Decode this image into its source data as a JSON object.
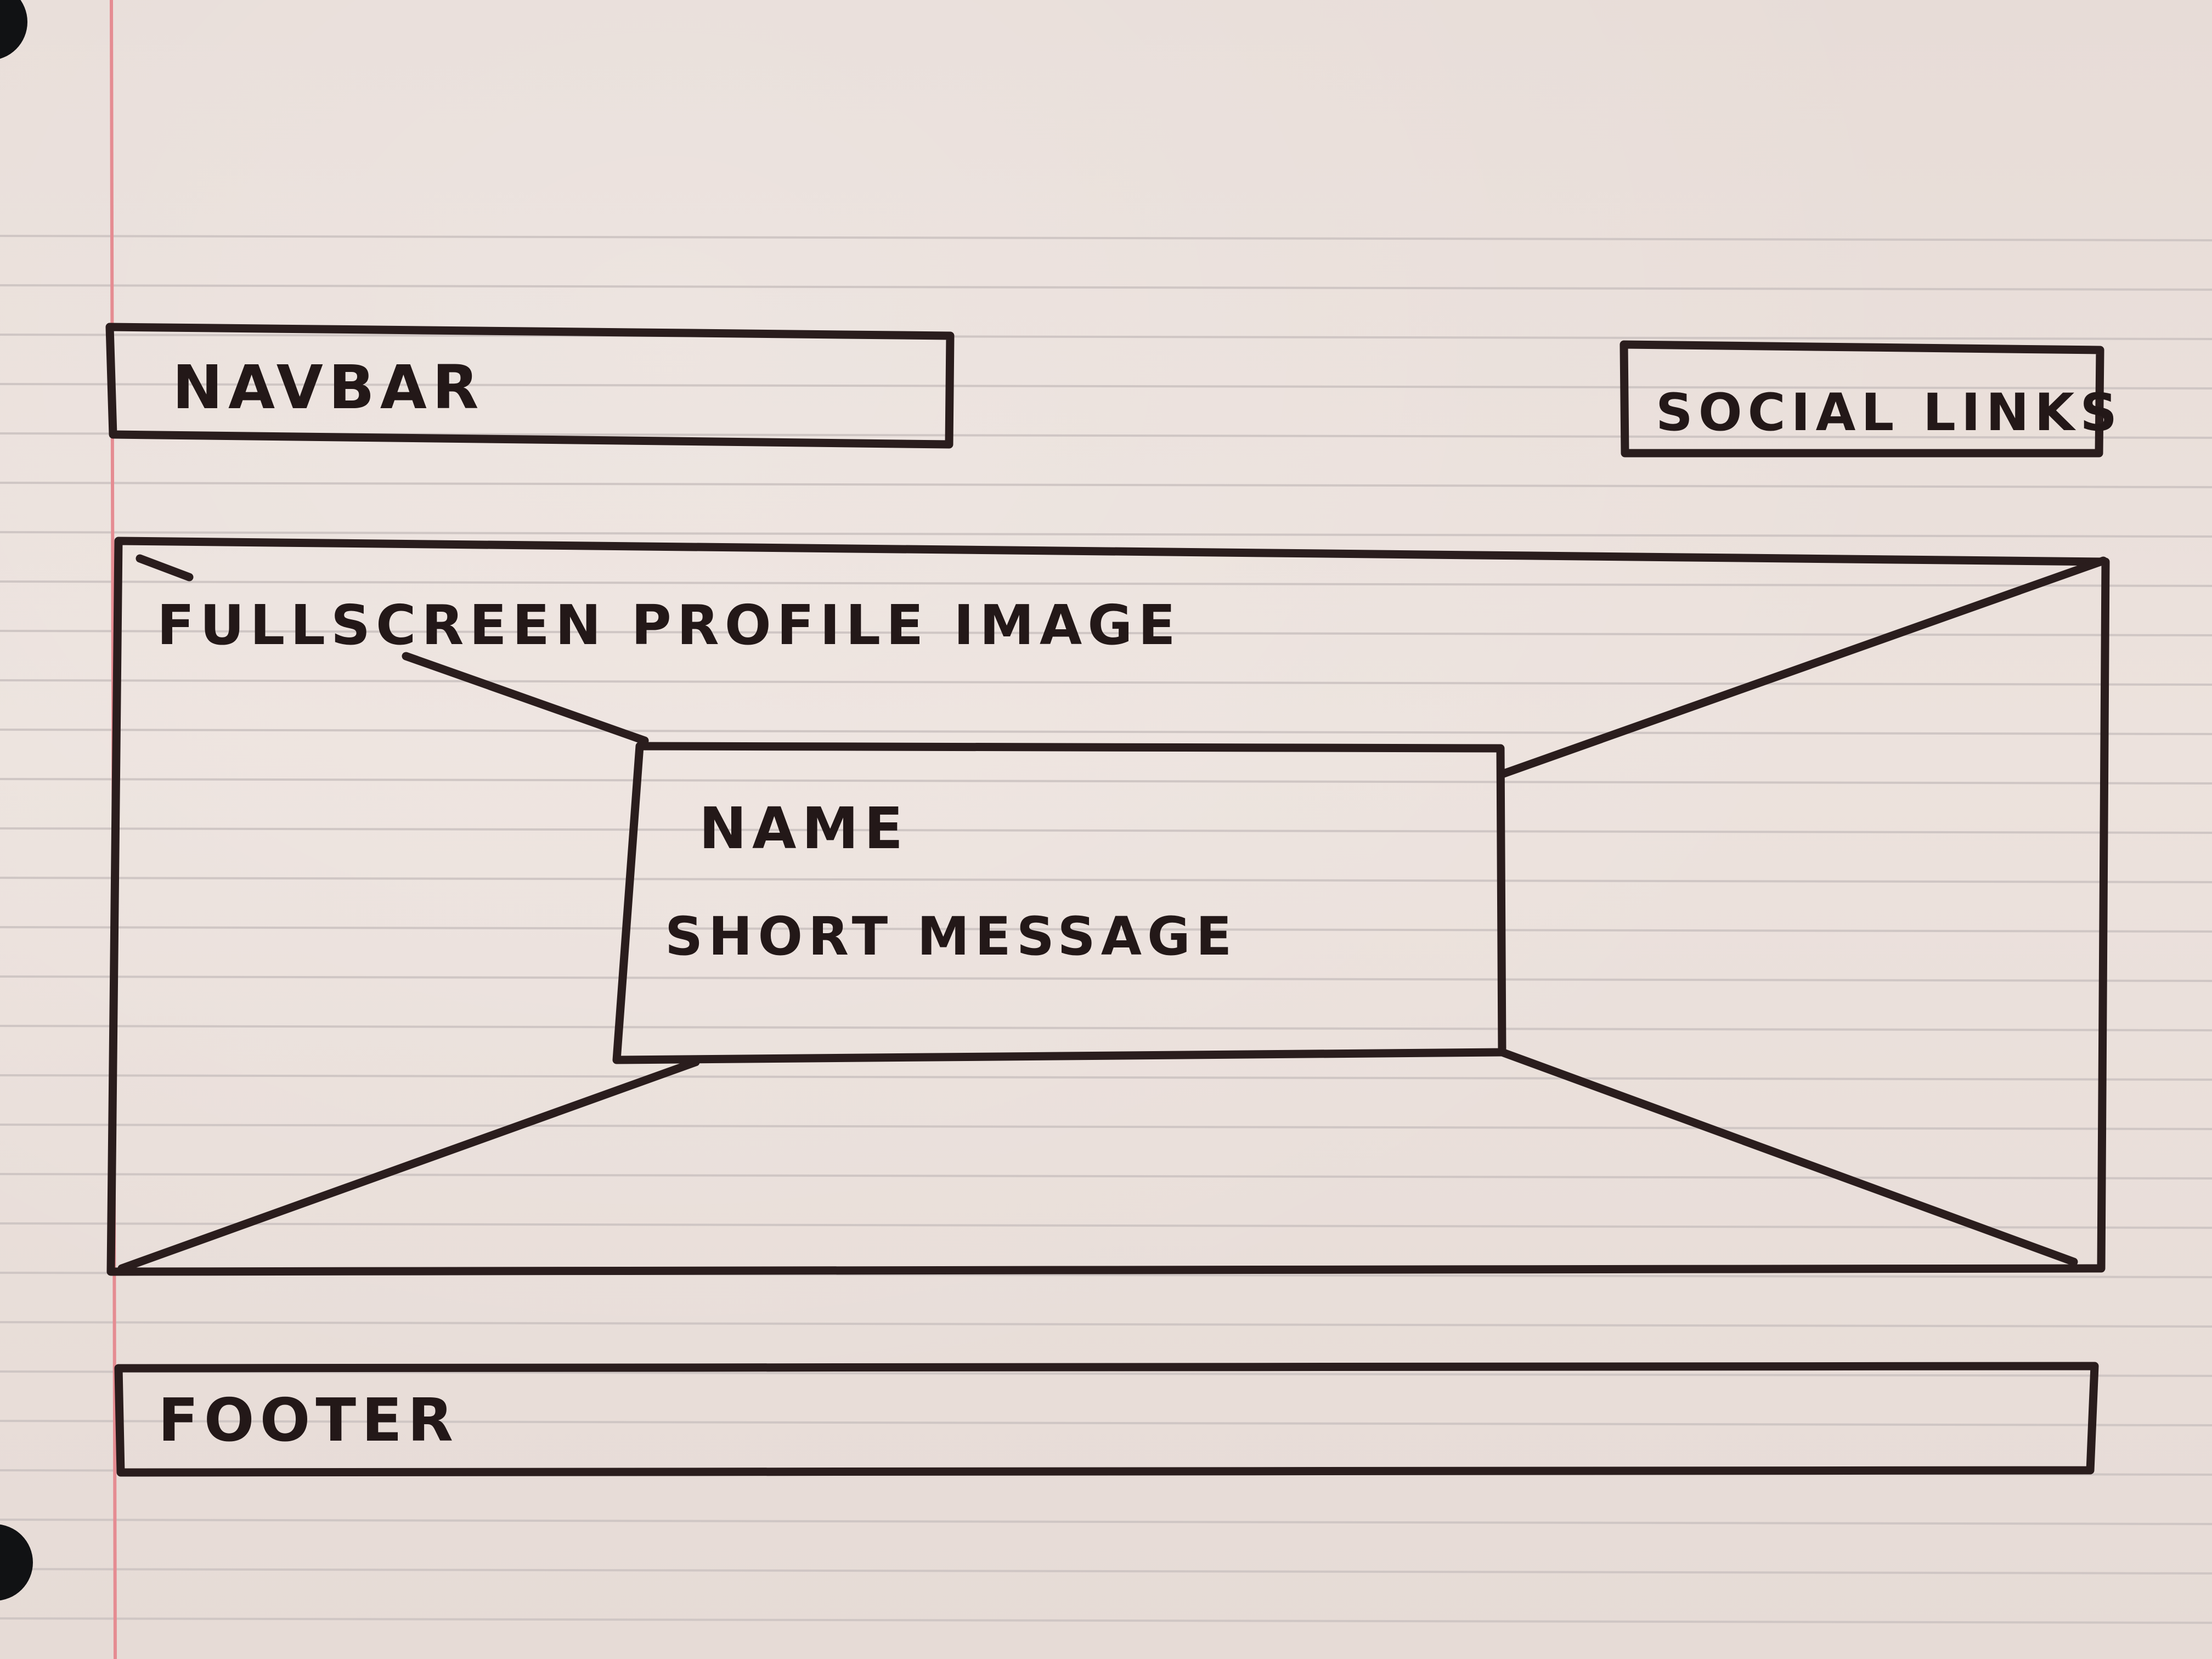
{
  "diagram": {
    "blocks": {
      "navbar": {
        "label": "NAVBAR"
      },
      "social_links": {
        "label": "SOCIAL LINKS"
      },
      "hero": {
        "label": "FULLSCREEN PROFILE IMAGE"
      },
      "overlay": {
        "name_label": "NAME",
        "message_label": "SHORT MESSAGE"
      },
      "footer": {
        "label": "FOOTER"
      }
    }
  }
}
